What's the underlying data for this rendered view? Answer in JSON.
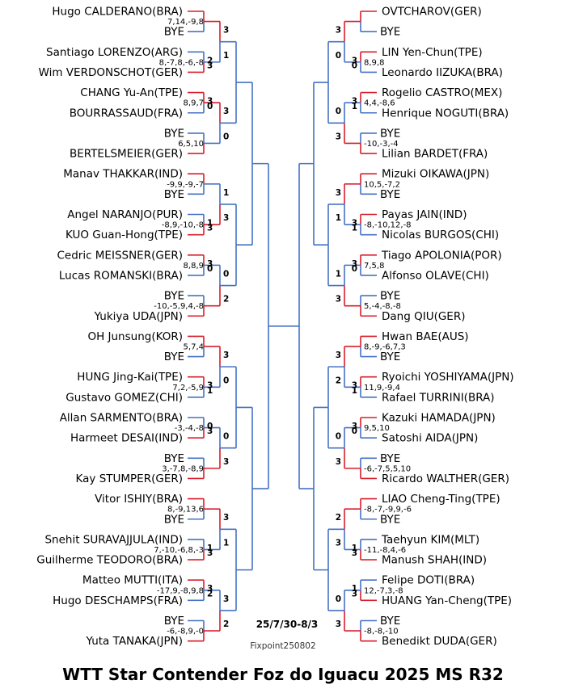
{
  "title": "WTT Star Contender Foz do Iguacu 2025 MS R32",
  "dates": "25/7/30-8/3",
  "credit": "Fixpoint250802",
  "colors": {
    "winner": "#d81e2a",
    "loser": "#4472c4",
    "text": "#000000"
  },
  "left": {
    "players": [
      "Hugo CALDERANO(BRA)",
      "BYE",
      "Santiago LORENZO(ARG)",
      "Wim VERDONSCHOT(GER)",
      "CHANG Yu-An(TPE)",
      "BOURRASSAUD(FRA)",
      "BYE",
      "BERTELSMEIER(GER)",
      "Manav THAKKAR(IND)",
      "BYE",
      "Angel NARANJO(PUR)",
      "KUO Guan-Hong(TPE)",
      "Cedric MEISSNER(GER)",
      "Lucas ROMANSKI(BRA)",
      "BYE",
      "Yukiya UDA(JPN)",
      "OH Junsung(KOR)",
      "BYE",
      "HUNG Jing-Kai(TPE)",
      "Gustavo GOMEZ(CHI)",
      "Allan SARMENTO(BRA)",
      "Harmeet DESAI(IND)",
      "BYE",
      "Kay STUMPER(GER)",
      "Vitor ISHIY(BRA)",
      "BYE",
      "Snehit SURAVAJJULA(IND)",
      "Guilherme TEODORO(BRA)",
      "Matteo MUTTI(ITA)",
      "Hugo DESCHAMPS(FRA)",
      "BYE",
      "Yuta TANAKA(JPN)"
    ],
    "r1": [
      {
        "w": 0,
        "top": "",
        "bot": "",
        "set": "7,14,-9,8"
      },
      {
        "w": 1,
        "top": "2",
        "bot": "3",
        "set": "8,-7,8,-6,-8"
      },
      {
        "w": 0,
        "top": "3",
        "bot": "0",
        "set": "8,9,7"
      },
      {
        "w": 1,
        "top": "",
        "bot": "",
        "set": "6,5,10"
      },
      {
        "w": 0,
        "top": "",
        "bot": "",
        "set": "-9,9,-9,-7"
      },
      {
        "w": 1,
        "top": "1",
        "bot": "3",
        "set": "-8,9,-10,-8"
      },
      {
        "w": 0,
        "top": "3",
        "bot": "0",
        "set": "8,8,9"
      },
      {
        "w": 1,
        "top": "",
        "bot": "",
        "set": "-10,-5,9,4,-8"
      },
      {
        "w": 0,
        "top": "",
        "bot": "",
        "set": "5,7,4"
      },
      {
        "w": 0,
        "top": "3",
        "bot": "1",
        "set": "7,2,-5,9"
      },
      {
        "w": 1,
        "top": "0",
        "bot": "3",
        "set": "-3,-4,-8"
      },
      {
        "w": 1,
        "top": "",
        "bot": "",
        "set": "3,-7,8,-8,9"
      },
      {
        "w": 0,
        "top": "",
        "bot": "",
        "set": "8,-9,13,6"
      },
      {
        "w": 1,
        "top": "1",
        "bot": "3",
        "set": "7,-10,-6,8,-3"
      },
      {
        "w": 0,
        "top": "3",
        "bot": "2",
        "set": "-17,9,-8,9,8"
      },
      {
        "w": 1,
        "top": "",
        "bot": "",
        "set": "-6,-8,9,-0"
      }
    ],
    "r2": [
      {
        "w": 0,
        "top": "3",
        "bot": "1",
        "set": ""
      },
      {
        "w": 0,
        "top": "3",
        "bot": "0",
        "set": ""
      },
      {
        "w": 1,
        "top": "1",
        "bot": "3",
        "set": ""
      },
      {
        "w": 1,
        "top": "0",
        "bot": "2",
        "set": ""
      },
      {
        "w": 0,
        "top": "3",
        "bot": "0",
        "set": ""
      },
      {
        "w": 1,
        "top": "0",
        "bot": "3",
        "set": ""
      },
      {
        "w": 0,
        "top": "3",
        "bot": "1",
        "set": ""
      },
      {
        "w": 1,
        "top": "3",
        "bot": "2",
        "set": ""
      }
    ]
  },
  "right": {
    "players": [
      "OVTCHAROV(GER)",
      "BYE",
      "LIN Yen-Chun(TPE)",
      "Leonardo IIZUKA(BRA)",
      "Rogelio CASTRO(MEX)",
      "Henrique NOGUTI(BRA)",
      "BYE",
      "Lilian BARDET(FRA)",
      "Mizuki OIKAWA(JPN)",
      "BYE",
      "Payas JAIN(IND)",
      "Nicolas BURGOS(CHI)",
      "Tiago APOLONIA(POR)",
      "Alfonso OLAVE(CHI)",
      "BYE",
      "Dang QIU(GER)",
      "Hwan BAE(AUS)",
      "BYE",
      "Ryoichi YOSHIYAMA(JPN)",
      "Rafael TURRINI(BRA)",
      "Kazuki HAMADA(JPN)",
      "Satoshi AIDA(JPN)",
      "BYE",
      "Ricardo WALTHER(GER)",
      "LIAO Cheng-Ting(TPE)",
      "BYE",
      "Taehyun KIM(MLT)",
      "Manush SHAH(IND)",
      "Felipe DOTI(BRA)",
      "HUANG Yan-Cheng(TPE)",
      "BYE",
      "Benedikt DUDA(GER)"
    ],
    "r1": [
      {
        "w": 0,
        "top": "",
        "bot": "",
        "set": ""
      },
      {
        "w": 0,
        "top": "3",
        "bot": "0",
        "set": "8,9,8"
      },
      {
        "w": 0,
        "top": "3",
        "bot": "1",
        "set": "4,4,-8,6"
      },
      {
        "w": 1,
        "top": "",
        "bot": "",
        "set": "-10,-3,-4"
      },
      {
        "w": 0,
        "top": "",
        "bot": "",
        "set": "10,5,-7,2"
      },
      {
        "w": 0,
        "top": "3",
        "bot": "1",
        "set": "-8,-10,12,-8"
      },
      {
        "w": 0,
        "top": "3",
        "bot": "0",
        "set": "7,5,8"
      },
      {
        "w": 1,
        "top": "",
        "bot": "",
        "set": "5,-4,-8,-8"
      },
      {
        "w": 0,
        "top": "",
        "bot": "",
        "set": "8,-9,-6,7,3"
      },
      {
        "w": 0,
        "top": "3",
        "bot": "1",
        "set": "11,9,-9,4"
      },
      {
        "w": 0,
        "top": "3",
        "bot": "0",
        "set": "9,5,10"
      },
      {
        "w": 1,
        "top": "",
        "bot": "",
        "set": "-6,-7,5,5,10"
      },
      {
        "w": 0,
        "top": "",
        "bot": "",
        "set": "-8,-7,-9,9,-6"
      },
      {
        "w": 1,
        "top": "1",
        "bot": "3",
        "set": "-11,-8,4,-6"
      },
      {
        "w": 1,
        "top": "1",
        "bot": "3",
        "set": "12,-7,3,-8"
      },
      {
        "w": 1,
        "top": "",
        "bot": "",
        "set": "-8,-8,-10"
      }
    ],
    "r2": [
      {
        "w": 0,
        "top": "3",
        "bot": "0",
        "set": ""
      },
      {
        "w": 1,
        "top": "0",
        "bot": "3",
        "set": ""
      },
      {
        "w": 0,
        "top": "3",
        "bot": "1",
        "set": ""
      },
      {
        "w": 1,
        "top": "1",
        "bot": "3",
        "set": ""
      },
      {
        "w": 0,
        "top": "3",
        "bot": "2",
        "set": ""
      },
      {
        "w": 1,
        "top": "0",
        "bot": "3",
        "set": ""
      },
      {
        "w": 0,
        "top": "2",
        "bot": "3",
        "set": ""
      },
      {
        "w": 1,
        "top": "0",
        "bot": "3",
        "set": ""
      }
    ]
  }
}
